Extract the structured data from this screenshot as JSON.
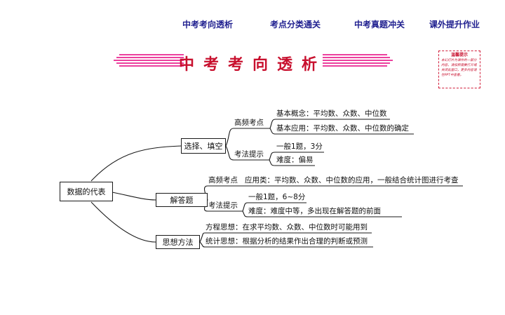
{
  "nav": {
    "item1": "中考考向透析",
    "item2": "考点分类通关",
    "item3": "中考真题冲关",
    "item4": "课外提升作业"
  },
  "title": "中考考向透析",
  "tip": {
    "title": "温馨提示",
    "text": "本幻灯片为课件的一部分内容，请按照需要打开或关闭此窗口，更多内容请在PPT中查看。"
  },
  "mindmap": {
    "root": "数据的代表",
    "b1": {
      "label": "选择、填空",
      "s1": {
        "label": "高频考点",
        "leaves": [
          "基本概念：平均数、众数、中位数",
          "基本应用：平均数、众数、中位数的确定"
        ]
      },
      "s2": {
        "label": "考法提示",
        "leaves": [
          "一般1题，3分",
          "难度：偏易"
        ]
      }
    },
    "b2": {
      "label": "解答题",
      "s1": {
        "label": "高频考点",
        "leaves": [
          "应用类：平均数、众数、中位数的应用，一般结合统计图进行考查"
        ]
      },
      "s2": {
        "label": "考法提示",
        "leaves": [
          "一般1题，6~8分",
          "难度：难度中等，多出现在解答题的前面"
        ]
      }
    },
    "b3": {
      "label": "思想方法",
      "leaves": [
        "方程思想：在求平均数、众数、中位数时可能用到",
        "统计思想：根据分析的结果作出合理的判断或预测"
      ]
    }
  }
}
